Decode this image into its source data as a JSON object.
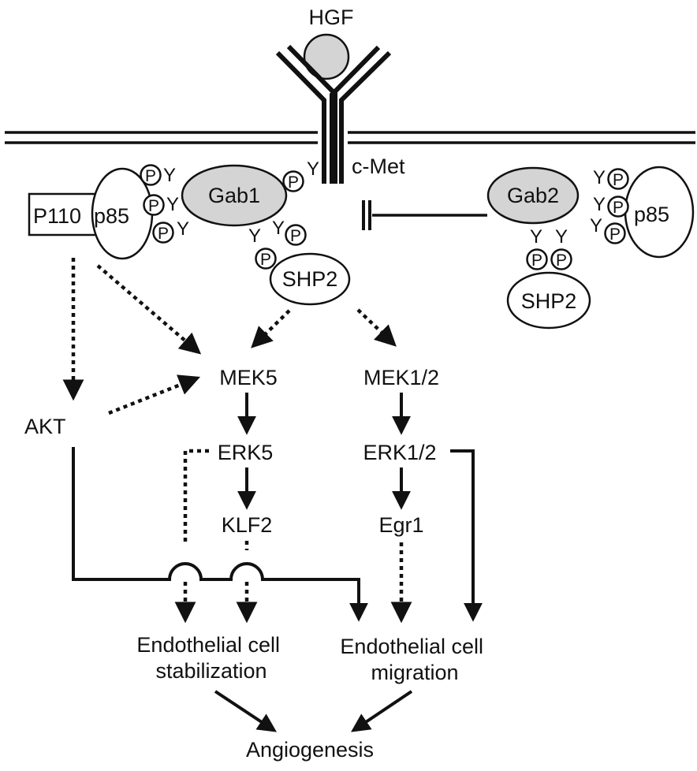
{
  "ligand": "HGF",
  "receptor": "c-Met",
  "tyrosine": "Y",
  "phospho": "P",
  "left_complex": {
    "p110": "P110",
    "p85": "p85",
    "gab1": "Gab1",
    "shp2": "SHP2"
  },
  "right_complex": {
    "gab2": "Gab2",
    "p85": "p85",
    "shp2": "SHP2"
  },
  "kinases": {
    "akt": "AKT",
    "mek5": "MEK5",
    "mek12": "MEK1/2",
    "erk5": "ERK5",
    "erk12": "ERK1/2",
    "klf2": "KLF2",
    "egr1": "Egr1"
  },
  "outcomes": {
    "stabilization_line1": "Endothelial cell",
    "stabilization_line2": "stabilization",
    "migration_line1": "Endothelial cell",
    "migration_line2": "migration",
    "final": "Angiogenesis"
  }
}
